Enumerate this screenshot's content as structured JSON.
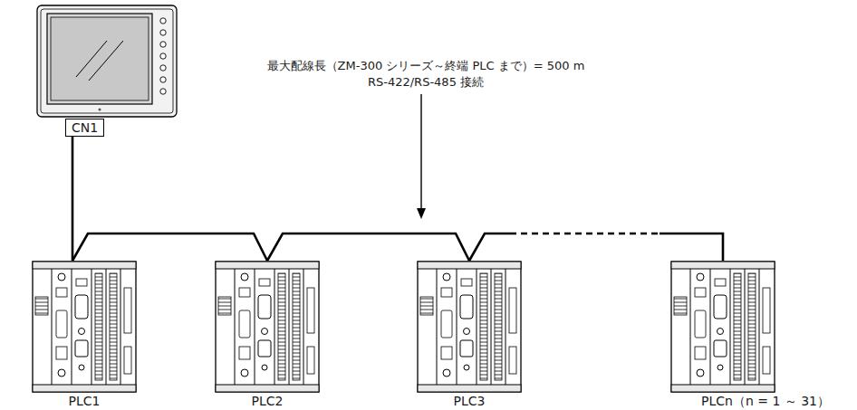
{
  "diagram": {
    "nodes": [
      {
        "text": [
          "CN1"
        ]
      },
      {
        "text": [
          "PLC1"
        ]
      },
      {
        "text": [
          "PLC2"
        ]
      },
      {
        "text": [
          "PLC3"
        ]
      },
      {
        "text": [
          "PLCn（n = 1 ～ 31）"
        ]
      }
    ],
    "edges": [
      {
        "from": 0,
        "to": 1,
        "arrow": "none"
      },
      {
        "from": 1,
        "to": 2,
        "arrow": "none"
      },
      {
        "from": 2,
        "to": 3,
        "arrow": "none"
      },
      {
        "from": 3,
        "to": 4,
        "arrow": "none"
      }
    ],
    "labels": [
      "最大配線長（ZM-300 シリーズ～終端 PLC まで）= 500 m",
      "RS-422/RS-485 接続"
    ]
  }
}
